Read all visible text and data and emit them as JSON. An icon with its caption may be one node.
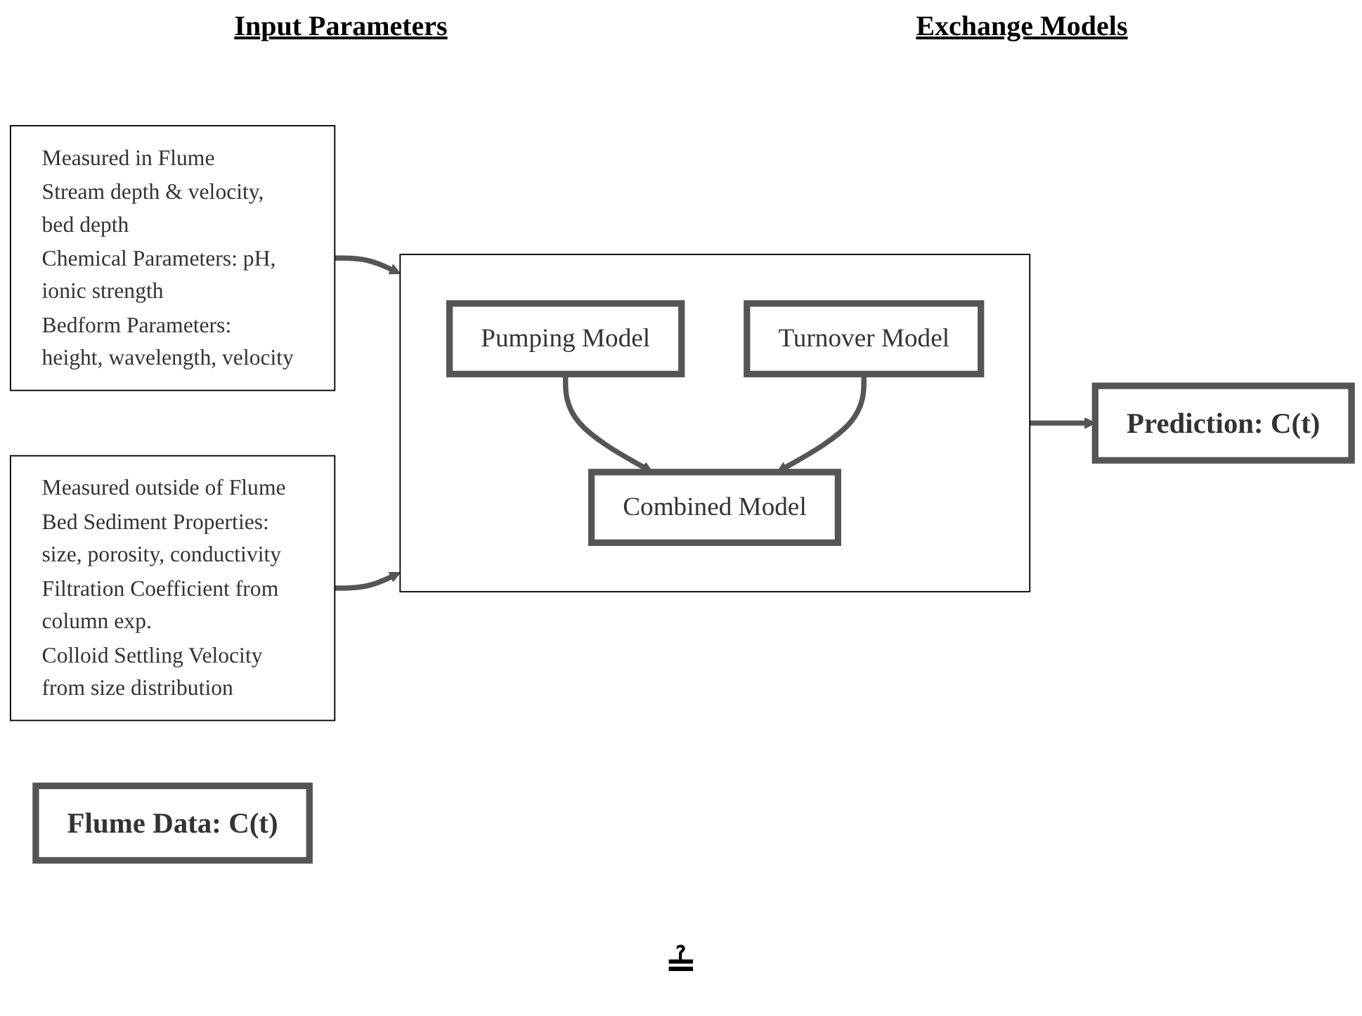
{
  "diagram": {
    "nodes": [
      {
        "text": [
          "Measured in Flume",
          "Stream depth & velocity, bed depth",
          "Chemical Parameters: pH, ionic strength",
          "Bedform Parameters: height, wavelength, velocity"
        ]
      },
      {
        "text": [
          "Measured outside of Flume",
          "Bed Sediment Properties: size, porosity, conductivity",
          "Filtration Coefficient from column exp.",
          "Colloid Settling Velocity from size distribution"
        ]
      },
      {
        "text": [],
        "shape": "box"
      },
      {
        "text": [
          "Pumping Model"
        ],
        "in": 2
      },
      {
        "text": [
          "Turnover Model"
        ],
        "in": 2
      },
      {
        "text": [
          "Combined Model"
        ],
        "in": 2
      },
      {
        "text": [
          "Flume Data: C(t)"
        ]
      },
      {
        "text": [
          "Prediction: C(t)"
        ]
      }
    ],
    "edges": [
      {
        "from": 0,
        "to": 2,
        "arrow": "to"
      },
      {
        "from": 1,
        "to": 2,
        "arrow": "to"
      },
      {
        "from": 3,
        "to": 5,
        "arrow": "to"
      },
      {
        "from": 4,
        "to": 5,
        "arrow": "to"
      },
      {
        "from": 2,
        "to": 7,
        "arrow": "to"
      }
    ],
    "labels": [
      "Input Parameters",
      "Exchange Models",
      "≟"
    ]
  }
}
